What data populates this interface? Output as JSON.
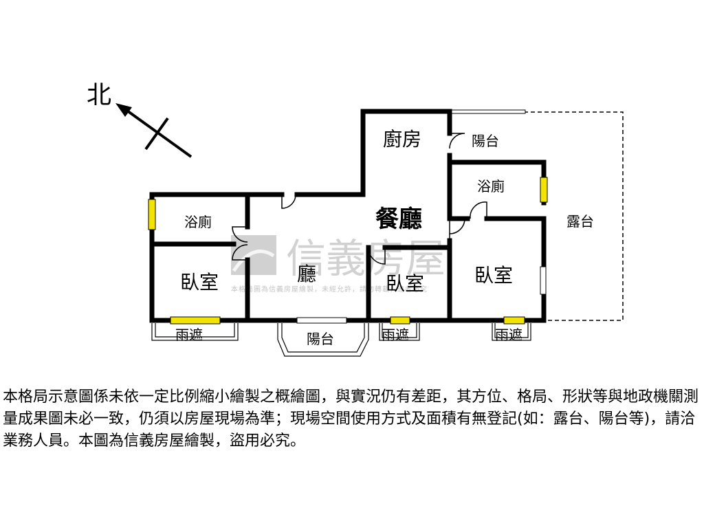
{
  "compass": {
    "label": "北"
  },
  "rooms": {
    "kitchen": "廚房",
    "balcony_top": "陽台",
    "bath_right": "浴廁",
    "terrace": "露台",
    "bath_left": "浴廁",
    "dining": "餐廳",
    "living": "廳",
    "bedroom_left": "臥室",
    "bedroom_mid": "臥室",
    "bedroom_right": "臥室",
    "canopy_left": "雨遮",
    "balcony_bottom": "陽台",
    "canopy_mid": "雨遮",
    "canopy_right": "雨遮"
  },
  "watermark": {
    "brand": "信義房屋",
    "notice": "本格局圖為信義房屋繪製，未經允許，請勿轉載，違者必究"
  },
  "colors": {
    "wall": "#000000",
    "window": "#f2e400",
    "watermark": "#9a9a9a"
  },
  "disclaimer": "本格局示意圖係未依一定比例縮小繪製之概繪圖，與實況仍有差距，其方位、格局、形狀等與地政機關測量成果圖未必一致，仍須以房屋現場為準；現場空間使用方式及面積有無登記(如：露台、陽台等)，請洽業務人員。本圖為信義房屋繪製，盜用必究。"
}
